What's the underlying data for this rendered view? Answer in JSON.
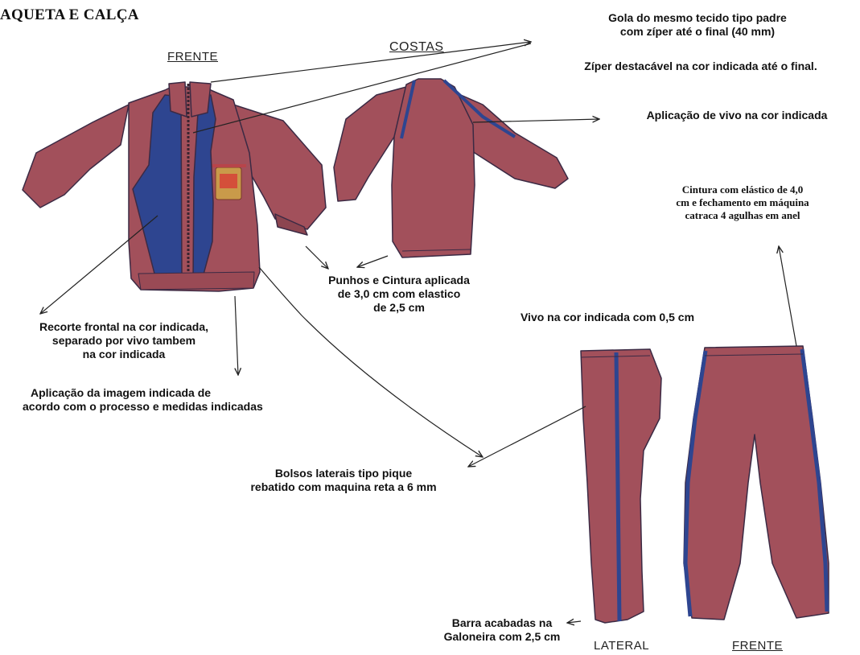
{
  "title": "AQUETA E CALÇA",
  "views": {
    "jacket_front": "FRENTE",
    "jacket_back": "COSTAS",
    "pants_side": "LATERAL",
    "pants_front": "FRENTE"
  },
  "annotations": {
    "collar": [
      "Gola do mesmo tecido tipo padre",
      "com zíper até o final (40 mm)"
    ],
    "zipper": "Zíper destacável na cor indicada até o final.",
    "piping": "Aplicação de vivo na cor indicada",
    "waist": [
      "Cintura com elástico de 4,0",
      "cm e fechamento em máquina",
      "catraca 4 agulhas em anel"
    ],
    "cuffs": [
      "Punhos e Cintura aplicada",
      "de 3,0 cm  com elastico",
      "de 2,5 cm"
    ],
    "pants_piping": "Vivo na cor indicada com 0,5 cm",
    "front_cut": [
      "Recorte frontal na cor indicada,",
      "separado por vivo tambem",
      "na cor indicada"
    ],
    "image_application": [
      "Aplicação da imagem indicada de",
      "acordo com o processo e medidas indicadas"
    ],
    "pockets": [
      "Bolsos laterais tipo pique",
      "rebatido com maquina reta a 6 mm"
    ],
    "hem": [
      "Barra acabadas na",
      "Galoneira com 2,5 cm"
    ]
  },
  "colors": {
    "garment": "#a2505b",
    "accent": "#2e4590",
    "outline": "#3b2a44",
    "text": "#111111"
  }
}
